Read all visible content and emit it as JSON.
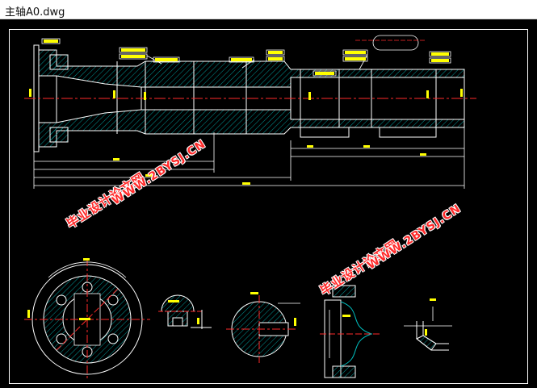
{
  "window": {
    "title": "主轴A0.dwg"
  },
  "watermarks": [
    {
      "line1": "毕业设计论文网",
      "line2": "WWW.2BYSJ.CN"
    },
    {
      "line1": "毕业设计论文网",
      "line2": "WWW.2BYSJ.CN"
    }
  ],
  "colors": {
    "background": "#000000",
    "outline": "#ffffff",
    "centerline": "#ff2a2a",
    "hatch": "#00c0c0",
    "dimension": "#00ff00",
    "text": "#ffff00",
    "watermark": "#ff2a2a"
  }
}
